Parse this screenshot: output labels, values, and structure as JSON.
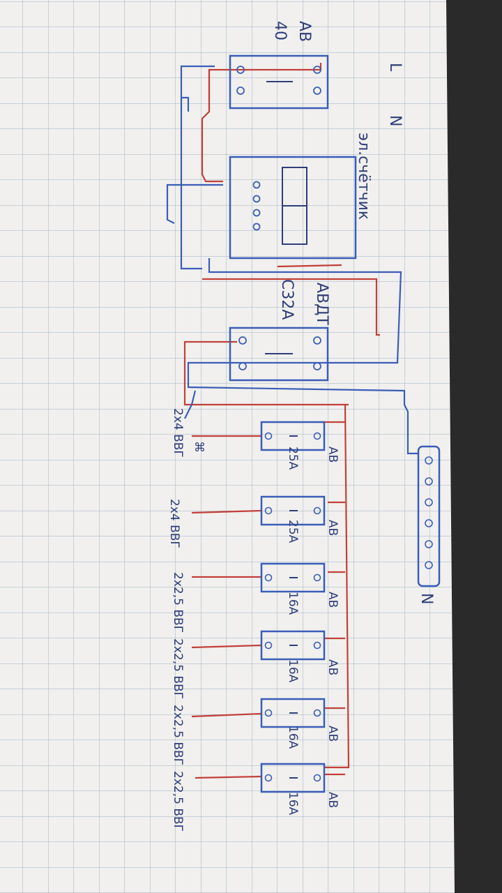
{
  "page": {
    "colors": {
      "paper": "#f1f0ee",
      "grid": "#9fb0c4",
      "ink_blue": "#3a5db8",
      "ink_red": "#c2403a",
      "pen": "#2f3e7a",
      "desk": "#2b2a2a"
    }
  },
  "labels": {
    "main_breaker": "АВ",
    "main_rating": "40",
    "phase": "L",
    "neutral": "N",
    "meter": "эл.счётчик",
    "rcbo": "АВДТ",
    "rcbo_rating": "С32А",
    "neutral_bus": "N"
  },
  "breakers": [
    {
      "label": "АВ",
      "rating": "25А",
      "cable": "2х4 ВВГ",
      "mark": "⌘"
    },
    {
      "label": "АВ",
      "rating": "25А",
      "cable": "2х4 ВВГ",
      "mark": ""
    },
    {
      "label": "АВ",
      "rating": "16А",
      "cable": "2х2,5 ВВГ",
      "mark": ""
    },
    {
      "label": "АВ",
      "rating": "16А",
      "cable": "2х2,5 ВВГ",
      "mark": ""
    },
    {
      "label": "АВ",
      "rating": "16А",
      "cable": "2х2,5 ВВГ",
      "mark": ""
    },
    {
      "label": "АВ",
      "rating": "16А",
      "cable": "2х2,5 ВВГ",
      "mark": ""
    }
  ]
}
